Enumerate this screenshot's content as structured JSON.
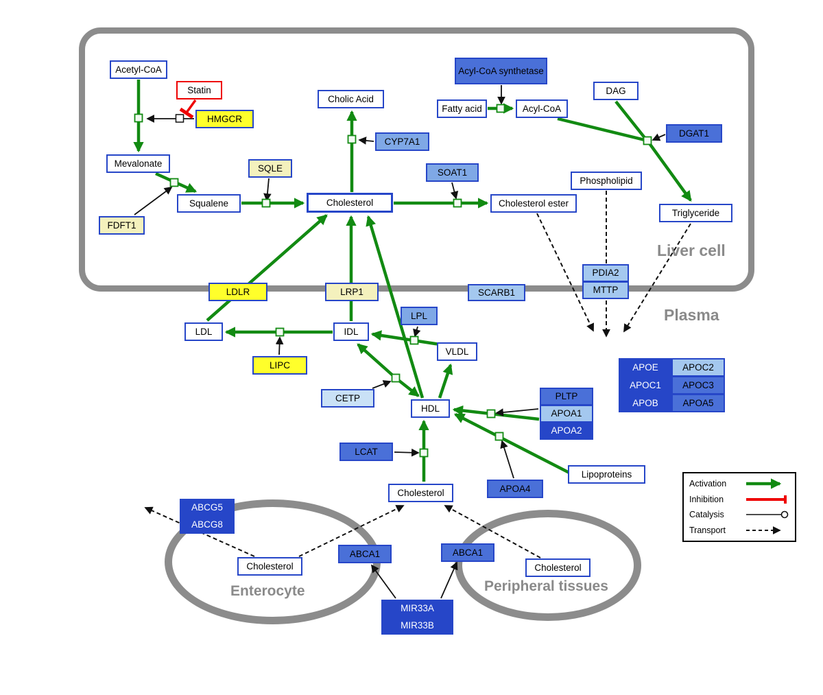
{
  "compartments": {
    "liver": "Liver cell",
    "plasma": "Plasma",
    "enterocyte": "Enterocyte",
    "peripheral": "Peripheral tissues"
  },
  "nodes": {
    "acetyl_coa": "Acetyl-CoA",
    "statin": "Statin",
    "hmgcr": "HMGCR",
    "mevalonate": "Mevalonate",
    "fdft1": "FDFT1",
    "squalene": "Squalene",
    "sqle": "SQLE",
    "cholic_acid": "Cholic Acid",
    "cyp7a1": "CYP7A1",
    "cholesterol_liver": "Cholesterol",
    "soat1": "SOAT1",
    "cholesterol_ester": "Cholesterol ester",
    "acyl_coa_synthetase": "Acyl-CoA synthetase",
    "fatty_acid": "Fatty acid",
    "acyl_coa": "Acyl-CoA",
    "dag": "DAG",
    "dgat1": "DGAT1",
    "phospholipid": "Phospholipid",
    "triglyceride": "Triglyceride",
    "pdia2": "PDIA2",
    "mttp": "MTTP",
    "ldlr": "LDLR",
    "lrp1": "LRP1",
    "scarb1": "SCARB1",
    "ldl": "LDL",
    "idl": "IDL",
    "lpl": "LPL",
    "vldl": "VLDL",
    "lipc": "LIPC",
    "cetp": "CETP",
    "hdl": "HDL",
    "pltp": "PLTP",
    "apoa1": "APOA1",
    "apoa2": "APOA2",
    "lcat": "LCAT",
    "apoa4": "APOA4",
    "lipoproteins": "Lipoproteins",
    "apoe": "APOE",
    "apoc2": "APOC2",
    "apoc1": "APOC1",
    "apoc3": "APOC3",
    "apob": "APOB",
    "apoa5": "APOA5",
    "cholesterol_plasma": "Cholesterol",
    "abcg5": "ABCG5",
    "abcg8": "ABCG8",
    "cholesterol_enterocyte": "Cholesterol",
    "abca1_enterocyte": "ABCA1",
    "abca1_peripheral": "ABCA1",
    "cholesterol_peripheral": "Cholesterol",
    "mir33a": "MIR33A",
    "mir33b": "MIR33B"
  },
  "legend": {
    "activation": "Activation",
    "inhibition": "Inhibition",
    "catalysis": "Catalysis",
    "transport": "Transport"
  },
  "colors": {
    "activation_green": "#128a12",
    "inhibition_red": "#ee0000",
    "catalysis_black": "#111111",
    "transport_black": "#111111",
    "membrane_gray": "#8c8c8c",
    "node_border_blue": "#2646c8",
    "gene_yellow": "#ffff2b",
    "gene_pale_yellow": "#f4f1bd",
    "gene_blue_lightest": "#c9e1f6",
    "gene_blue_light": "#a4c8ef",
    "gene_blue_mid": "#7fa8e6",
    "gene_blue": "#4a70d8",
    "gene_blue_dark": "#2646c8"
  },
  "edges": [
    {
      "type": "activation",
      "from": "acetyl_coa",
      "to": "mevalonate"
    },
    {
      "type": "activation",
      "from": "mevalonate",
      "to": "squalene"
    },
    {
      "type": "activation",
      "from": "squalene",
      "to": "cholesterol_liver"
    },
    {
      "type": "activation",
      "from": "cholesterol_liver",
      "to": "cholic_acid"
    },
    {
      "type": "activation",
      "from": "cholesterol_liver",
      "to": "cholesterol_ester"
    },
    {
      "type": "activation",
      "from": "fatty_acid",
      "to": "acyl_coa"
    },
    {
      "type": "activation",
      "from": "acyl_coa",
      "to": "triglyceride"
    },
    {
      "type": "activation",
      "from": "dag",
      "to": "triglyceride"
    },
    {
      "type": "activation",
      "from": "idl",
      "to": "ldl"
    },
    {
      "type": "activation",
      "from": "ldl",
      "to": "cholesterol_liver"
    },
    {
      "type": "activation",
      "from": "idl",
      "to": "cholesterol_liver"
    },
    {
      "type": "activation",
      "from": "hdl",
      "to": "cholesterol_liver"
    },
    {
      "type": "activation",
      "from": "vldl",
      "to": "idl"
    },
    {
      "type": "activation",
      "from": "idl",
      "to": "hdl"
    },
    {
      "type": "activation",
      "from": "hdl",
      "to": "vldl"
    },
    {
      "type": "activation",
      "from": "lipoproteins",
      "to": "hdl"
    },
    {
      "type": "activation",
      "from": "cholesterol_plasma",
      "to": "hdl"
    },
    {
      "type": "inhibition",
      "from": "statin",
      "to": "hmgcr"
    },
    {
      "type": "catalysis",
      "from": "hmgcr",
      "to": "acetyl_coa-mevalonate"
    },
    {
      "type": "catalysis",
      "from": "fdft1",
      "to": "mevalonate-squalene"
    },
    {
      "type": "catalysis",
      "from": "sqle",
      "to": "squalene-cholesterol"
    },
    {
      "type": "catalysis",
      "from": "cyp7a1",
      "to": "cholesterol-cholic_acid"
    },
    {
      "type": "catalysis",
      "from": "soat1",
      "to": "cholesterol-cholesterol_ester"
    },
    {
      "type": "catalysis",
      "from": "acyl_coa_synthetase",
      "to": "fatty_acid-acyl_coa"
    },
    {
      "type": "catalysis",
      "from": "dgat1",
      "to": "acyl_coa-triglyceride"
    },
    {
      "type": "catalysis",
      "from": "lpl",
      "to": "vldl-idl"
    },
    {
      "type": "catalysis",
      "from": "lipc",
      "to": "idl-ldl"
    },
    {
      "type": "catalysis",
      "from": "cetp",
      "to": "idl-hdl"
    },
    {
      "type": "catalysis",
      "from": "lcat",
      "to": "cholesterol_plasma-hdl"
    },
    {
      "type": "catalysis",
      "from": "apoa1",
      "to": "lipoproteins-hdl"
    },
    {
      "type": "catalysis",
      "from": "apoa4",
      "to": "lipoproteins-hdl"
    },
    {
      "type": "catalysis",
      "from": "mir33a",
      "to": "abca1_enterocyte"
    },
    {
      "type": "catalysis",
      "from": "mir33b",
      "to": "abca1_peripheral"
    },
    {
      "type": "transport",
      "from": "cholesterol_ester",
      "to": "plasma"
    },
    {
      "type": "transport",
      "from": "phospholipid",
      "to": "plasma"
    },
    {
      "type": "transport",
      "from": "triglyceride",
      "to": "plasma"
    },
    {
      "type": "transport",
      "from": "cholesterol_enterocyte",
      "to": "lumen_via_abcg5_abcg8"
    },
    {
      "type": "transport",
      "from": "cholesterol_enterocyte",
      "to": "cholesterol_plasma"
    },
    {
      "type": "transport",
      "from": "cholesterol_peripheral",
      "to": "cholesterol_plasma"
    }
  ]
}
